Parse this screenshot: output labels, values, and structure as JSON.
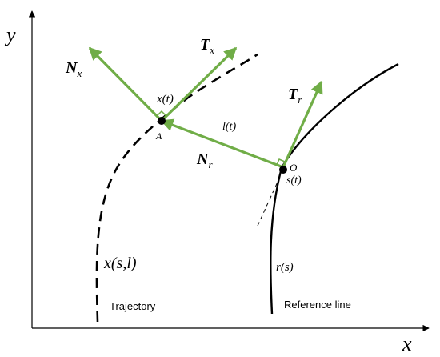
{
  "axes": {
    "x_label": "x",
    "y_label": "y"
  },
  "vectors": {
    "N_x": {
      "main": "N",
      "sub": "x"
    },
    "T_x": {
      "main": "T",
      "sub": "x"
    },
    "N_r": {
      "main": "N",
      "sub": "r"
    },
    "T_r": {
      "main": "T",
      "sub": "r"
    }
  },
  "points": {
    "A": {
      "name": "A",
      "label": "x(t)"
    },
    "O": {
      "name": "O",
      "label": "s(t)"
    }
  },
  "segment_label": "l(t)",
  "curves": {
    "trajectory": {
      "caption": "Trajectory",
      "formula": "x(s,l)"
    },
    "reference": {
      "caption": "Reference line",
      "formula": "r(s)"
    }
  },
  "colors": {
    "vector": "#70ad47",
    "curve": "#000000"
  }
}
